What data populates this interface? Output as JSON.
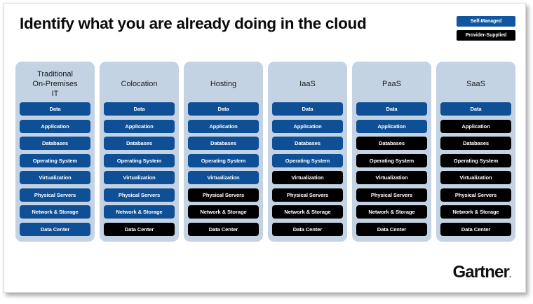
{
  "slide": {
    "title": "Identify what you are already doing in the cloud",
    "logo_text": "Gartner",
    "logo_mark": "."
  },
  "legend": {
    "items": [
      {
        "label": "Self-Managed",
        "kind": "self",
        "color": "#1356a0"
      },
      {
        "label": "Provider-Supplied",
        "kind": "provider",
        "color": "#000000"
      }
    ]
  },
  "colors": {
    "self_managed": "#0f4f95",
    "provider_supplied": "#000000",
    "column_background": "#c3d3e3",
    "slide_background": "#ffffff",
    "title_color": "#0a0a0a"
  },
  "stack_layers": [
    "Data",
    "Application",
    "Databases",
    "Operating System",
    "Virtualization",
    "Physical Servers",
    "Network & Storage",
    "Data Center"
  ],
  "columns": [
    {
      "header": "Traditional\nOn-Premises\nIT",
      "header_lines": [
        "Traditional",
        "On-Premises",
        "IT"
      ],
      "layers": [
        {
          "label": "Data",
          "kind": "self"
        },
        {
          "label": "Application",
          "kind": "self"
        },
        {
          "label": "Databases",
          "kind": "self"
        },
        {
          "label": "Operating System",
          "kind": "self"
        },
        {
          "label": "Virtualization",
          "kind": "self"
        },
        {
          "label": "Physical Servers",
          "kind": "self"
        },
        {
          "label": "Network & Storage",
          "kind": "self"
        },
        {
          "label": "Data Center",
          "kind": "self"
        }
      ]
    },
    {
      "header": "Colocation",
      "header_lines": [
        "Colocation"
      ],
      "layers": [
        {
          "label": "Data",
          "kind": "self"
        },
        {
          "label": "Application",
          "kind": "self"
        },
        {
          "label": "Databases",
          "kind": "self"
        },
        {
          "label": "Operating System",
          "kind": "self"
        },
        {
          "label": "Virtualization",
          "kind": "self"
        },
        {
          "label": "Physical Servers",
          "kind": "self"
        },
        {
          "label": "Network & Storage",
          "kind": "self"
        },
        {
          "label": "Data Center",
          "kind": "provider"
        }
      ]
    },
    {
      "header": "Hosting",
      "header_lines": [
        "Hosting"
      ],
      "layers": [
        {
          "label": "Data",
          "kind": "self"
        },
        {
          "label": "Application",
          "kind": "self"
        },
        {
          "label": "Databases",
          "kind": "self"
        },
        {
          "label": "Operating System",
          "kind": "self"
        },
        {
          "label": "Virtualization",
          "kind": "self"
        },
        {
          "label": "Physical Servers",
          "kind": "provider"
        },
        {
          "label": "Network & Storage",
          "kind": "provider"
        },
        {
          "label": "Data Center",
          "kind": "provider"
        }
      ]
    },
    {
      "header": "IaaS",
      "header_lines": [
        "IaaS"
      ],
      "layers": [
        {
          "label": "Data",
          "kind": "self"
        },
        {
          "label": "Application",
          "kind": "self"
        },
        {
          "label": "Databases",
          "kind": "self"
        },
        {
          "label": "Operating System",
          "kind": "self"
        },
        {
          "label": "Virtualization",
          "kind": "provider"
        },
        {
          "label": "Physical Servers",
          "kind": "provider"
        },
        {
          "label": "Network & Storage",
          "kind": "provider"
        },
        {
          "label": "Data Center",
          "kind": "provider"
        }
      ]
    },
    {
      "header": "PaaS",
      "header_lines": [
        "PaaS"
      ],
      "layers": [
        {
          "label": "Data",
          "kind": "self"
        },
        {
          "label": "Application",
          "kind": "self"
        },
        {
          "label": "Databases",
          "kind": "provider"
        },
        {
          "label": "Operating System",
          "kind": "provider"
        },
        {
          "label": "Virtualization",
          "kind": "provider"
        },
        {
          "label": "Physical Servers",
          "kind": "provider"
        },
        {
          "label": "Network & Storage",
          "kind": "provider"
        },
        {
          "label": "Data Center",
          "kind": "provider"
        }
      ]
    },
    {
      "header": "SaaS",
      "header_lines": [
        "SaaS"
      ],
      "layers": [
        {
          "label": "Data",
          "kind": "self"
        },
        {
          "label": "Application",
          "kind": "provider"
        },
        {
          "label": "Databases",
          "kind": "provider"
        },
        {
          "label": "Operating System",
          "kind": "provider"
        },
        {
          "label": "Virtualization",
          "kind": "provider"
        },
        {
          "label": "Physical Servers",
          "kind": "provider"
        },
        {
          "label": "Network & Storage",
          "kind": "provider"
        },
        {
          "label": "Data Center",
          "kind": "provider"
        }
      ]
    }
  ]
}
